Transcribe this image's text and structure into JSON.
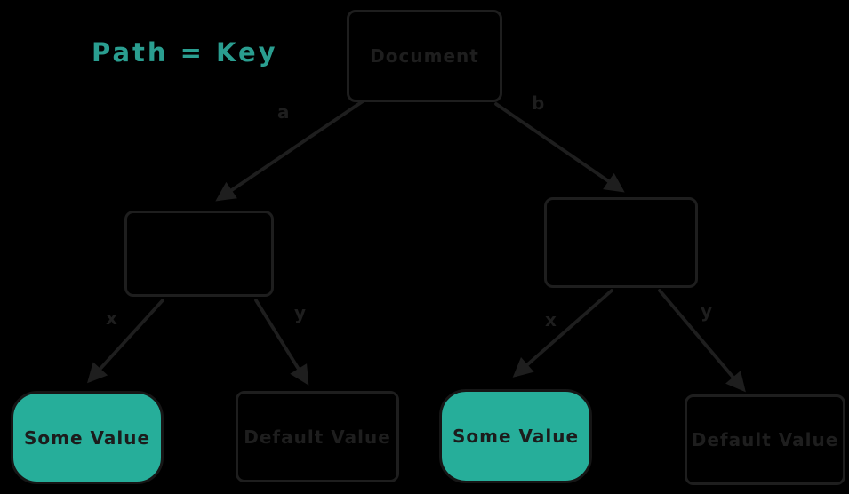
{
  "title": {
    "label": "Path = Key",
    "color": "#2a9e90"
  },
  "colors": {
    "background": "#000000",
    "stroke": "#1e1e1e",
    "teal_fill": "#26ae9a",
    "teal_text": "#2a9e90",
    "dark_text": "#1e1e1e"
  },
  "tree": {
    "root": {
      "label": "Document"
    },
    "internal_nodes": [
      {
        "label": ""
      },
      {
        "label": ""
      }
    ],
    "leaves": [
      {
        "label": "Some Value",
        "variant": "filled"
      },
      {
        "label": "Default Value",
        "variant": "outline"
      },
      {
        "label": "Some Value",
        "variant": "filled"
      },
      {
        "label": "Default Value",
        "variant": "outline"
      }
    ]
  },
  "edges": [
    {
      "label": "a"
    },
    {
      "label": "b"
    },
    {
      "label": "x"
    },
    {
      "label": "y"
    },
    {
      "label": "x"
    },
    {
      "label": "y"
    }
  ]
}
